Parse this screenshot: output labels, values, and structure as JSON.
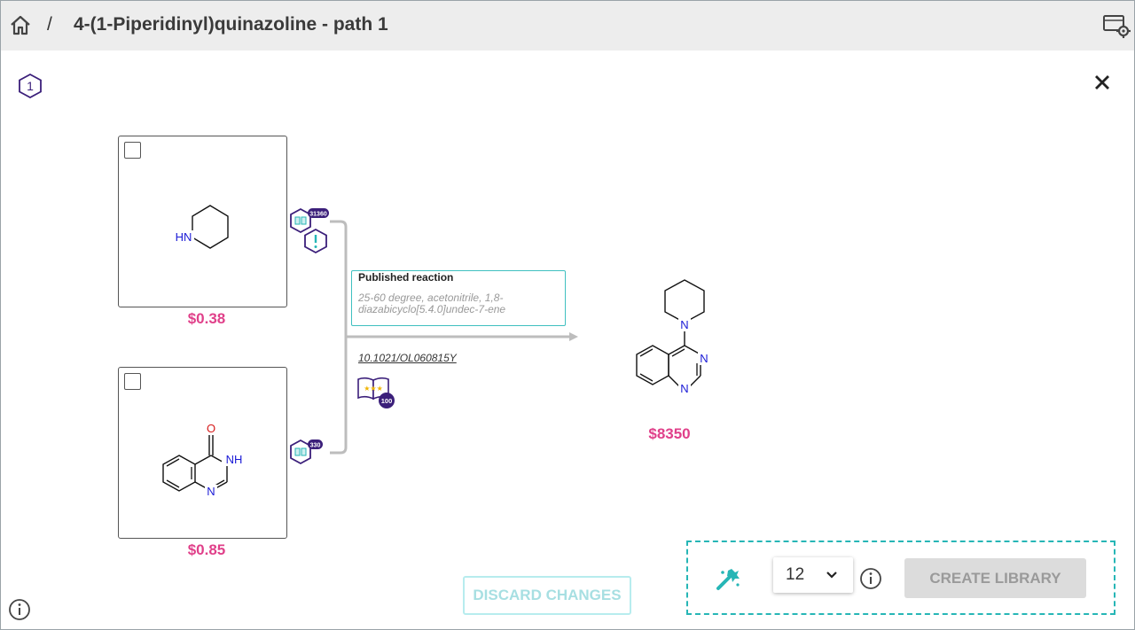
{
  "header": {
    "separator": "/",
    "title": "4-(1-Piperidinyl)quinazoline - path 1"
  },
  "step": {
    "number": "1"
  },
  "reactants": [
    {
      "price": "$0.38",
      "atom_label": "HN",
      "badge_count": "31360"
    },
    {
      "price": "$0.85",
      "atom_labels": [
        "O",
        "NH",
        "N"
      ],
      "badge_count": "330"
    }
  ],
  "reaction": {
    "title": "Published reaction",
    "conditions": "25-60 degree, acetonitrile, 1,8-diazabicyclo[5.4.0]undec-7-ene",
    "doi": "10.1021/OL060815Y",
    "literature_count": "100"
  },
  "product": {
    "price": "$8350",
    "atom_labels": [
      "N",
      "N",
      "N"
    ]
  },
  "actions": {
    "discard_label": "DISCARD CHANGES",
    "library_size": "12",
    "create_label": "CREATE LIBRARY"
  },
  "colors": {
    "price": "#e0408a",
    "accent_teal": "#26b6b6",
    "brand_purple": "#3b1f7a"
  },
  "icons": [
    "home-icon",
    "settings-icon",
    "close-icon",
    "book-icon",
    "warning-icon",
    "wand-icon",
    "info-icon",
    "chevron-down-icon"
  ]
}
